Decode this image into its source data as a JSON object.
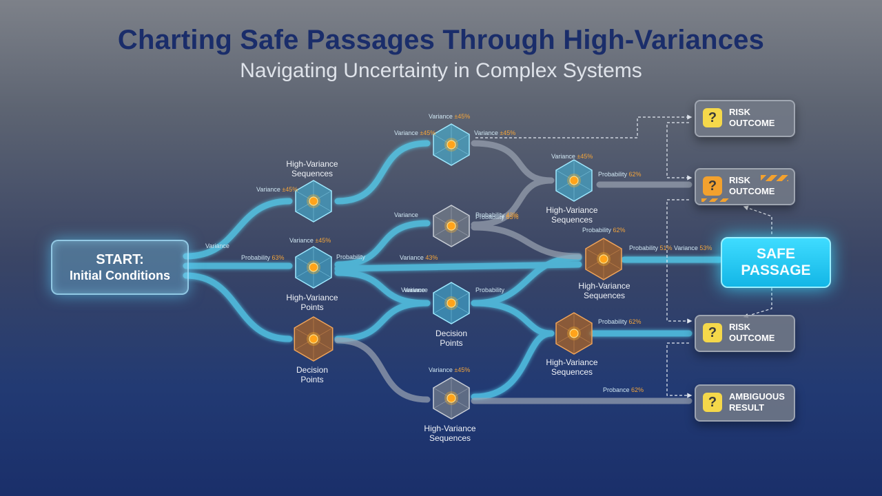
{
  "title": "Charting Safe Passages Through High-Variances",
  "subtitle": "Navigating Uncertainty in Complex Systems",
  "start": {
    "line1": "START:",
    "line2": "Initial Conditions"
  },
  "safe_passage": {
    "line1": "SAFE",
    "line2": "PASSAGE"
  },
  "outcomes": [
    {
      "line1": "RISK",
      "line2": "OUTCOME",
      "icon": "question-icon",
      "color": "#f5d84a"
    },
    {
      "line1": "RISK",
      "line2": "OUTCOME",
      "icon": "question-icon",
      "color": "#f2a12e"
    },
    {
      "line1": "RISK",
      "line2": "OUTCOME",
      "icon": "question-icon",
      "color": "#f5d84a"
    },
    {
      "line1": "AMBIGUOUS",
      "line2": "RESULT",
      "icon": "question-icon",
      "color": "#f5d84a"
    }
  ],
  "node_labels": [
    {
      "line1": "High-Variance",
      "line2": "Sequences"
    },
    {
      "line1": "High-Variance",
      "line2": "Points"
    },
    {
      "line1": "Decision",
      "line2": "Points"
    },
    {
      "line1": "Decision",
      "line2": "Points"
    },
    {
      "line1": "High-Variance",
      "line2": "Sequences"
    },
    {
      "line1": "High-Variance",
      "line2": "Sequences"
    },
    {
      "line1": "High-Variance",
      "line2": "Sequences"
    },
    {
      "line1": "High-Variance",
      "line2": "Sequences"
    }
  ],
  "annotations": [
    "Variance ±45%",
    "Variance",
    "Probability 63%",
    "Variance ±45%",
    "Variance ±45%",
    "Probability",
    "Variance ±45%",
    "Variance ±45%",
    "Variance",
    "Probability 63%",
    "Variance",
    "Variance 43%",
    "Probability 43%",
    "Variance",
    "Probability",
    "Variance ±45%",
    "Probability 62%",
    "Probability 62%",
    "Probability 51%",
    "Variance 53%",
    "Probability 62%",
    "Variance ±45%",
    "Probance 62%"
  ],
  "colors": {
    "title": "#1a2d6a",
    "cyan_path": "#56d2f2",
    "gray_path": "#9ba4b2",
    "orange_node": "#b8702a",
    "core": "#ffa31a",
    "safe": "#22c6f0"
  }
}
